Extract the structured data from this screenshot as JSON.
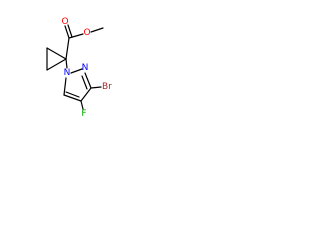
{
  "molecule": {
    "atoms": {
      "O_carbonyl": "O",
      "O_ester": "O",
      "N1": "N",
      "N2": "N",
      "Br": "Br",
      "F": "F"
    },
    "colors": {
      "O": "#ff0000",
      "N": "#0000ff",
      "Br": "#a52a2a",
      "F": "#00aa00",
      "bond": "#000000"
    }
  }
}
